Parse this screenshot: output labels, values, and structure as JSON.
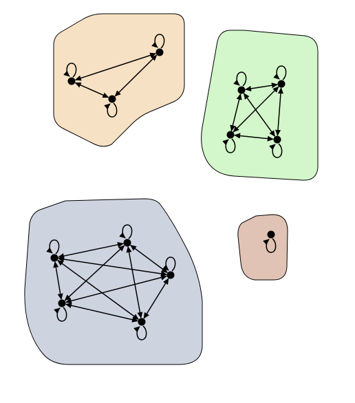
{
  "colors": {
    "orange": "#f7e1c4",
    "green": "#d3f6cb",
    "blue": "#ced3e0",
    "brown": "#e0c3b4",
    "ink": "#000000"
  },
  "components": [
    {
      "id": "component-orange",
      "color": "orange",
      "nodes": [
        "o1",
        "o2",
        "o3"
      ],
      "edges": [
        [
          "o1",
          "o2"
        ],
        [
          "o1",
          "o3"
        ],
        [
          "o2",
          "o3"
        ]
      ],
      "self_loops": true
    },
    {
      "id": "component-green",
      "color": "green",
      "nodes": [
        "g1",
        "g2",
        "g3",
        "g4"
      ],
      "edges": [
        [
          "g1",
          "g2"
        ],
        [
          "g1",
          "g3"
        ],
        [
          "g1",
          "g4"
        ],
        [
          "g2",
          "g3"
        ],
        [
          "g2",
          "g4"
        ],
        [
          "g3",
          "g4"
        ]
      ],
      "self_loops": true
    },
    {
      "id": "component-blue",
      "color": "blue",
      "nodes": [
        "b1",
        "b2",
        "b3",
        "b4",
        "b5"
      ],
      "edges": [
        [
          "b1",
          "b2"
        ],
        [
          "b1",
          "b3"
        ],
        [
          "b1",
          "b4"
        ],
        [
          "b1",
          "b5"
        ],
        [
          "b2",
          "b3"
        ],
        [
          "b2",
          "b4"
        ],
        [
          "b2",
          "b5"
        ],
        [
          "b3",
          "b4"
        ],
        [
          "b3",
          "b5"
        ],
        [
          "b4",
          "b5"
        ]
      ],
      "self_loops": true
    },
    {
      "id": "component-brown",
      "color": "brown",
      "nodes": [
        "r1"
      ],
      "edges": [],
      "self_loops": true
    }
  ]
}
